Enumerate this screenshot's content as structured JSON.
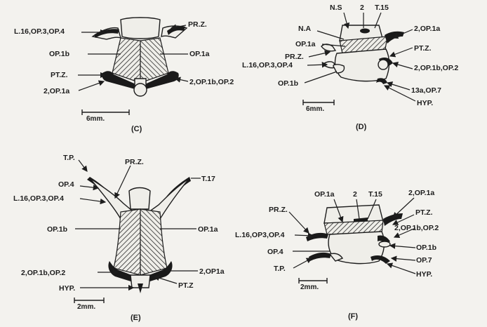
{
  "panel_c": {
    "labels": {
      "l16": "L.16,OP.3,OP.4",
      "prz": "PR.Z.",
      "op1b": "OP.1b",
      "op1a": "OP.1a",
      "ptz": "PT.Z.",
      "op1a2": "2,OP.1a",
      "op1b_op2": "2,OP.1b,OP.2"
    },
    "scale": "6mm.",
    "title": "(C)"
  },
  "panel_d": {
    "labels": {
      "ns": "N.S",
      "two": "2",
      "t15": "T.15",
      "na": "N.A",
      "op1a2": "2,OP.1a",
      "op1a": "OP.1a",
      "ptz": "PT.Z.",
      "prz": "PR.Z.",
      "l16": "L.16,OP.3,OP.4",
      "op1b_op2": "2,OP.1b,OP.2",
      "op1b": "OP.1b",
      "op7": "13a,OP.7",
      "hyp": "HYP."
    },
    "scale": "6mm.",
    "title": "(D)"
  },
  "panel_e": {
    "labels": {
      "tp": "T.P.",
      "prz": "PR.Z.",
      "op4": "OP.4",
      "t17": "T.17",
      "l16": "L.16,OP.3,OP.4",
      "op1b": "OP.1b",
      "op1a": "OP.1a",
      "op1b_op2": "2,OP.1b,OP.2",
      "op1a2": "2,OP1a",
      "hyp": "HYP.",
      "ptz": "PT.Z"
    },
    "scale": "2mm.",
    "title": "(E)"
  },
  "panel_f": {
    "labels": {
      "op1a": "OP.1a",
      "two": "2",
      "t15": "T.15",
      "op1a2": "2,OP.1a",
      "prz": "PR.Z.",
      "ptz": "PT.Z.",
      "op1b_op2": "2,OP.1b,OP.2",
      "l16": "L.16,OP3,OP.4",
      "op1b": "OP.1b",
      "op4": "OP.4",
      "op7": "OP.7",
      "tp": "T.P.",
      "hyp": "HYP."
    },
    "scale": "2mm.",
    "title": "(F)"
  }
}
